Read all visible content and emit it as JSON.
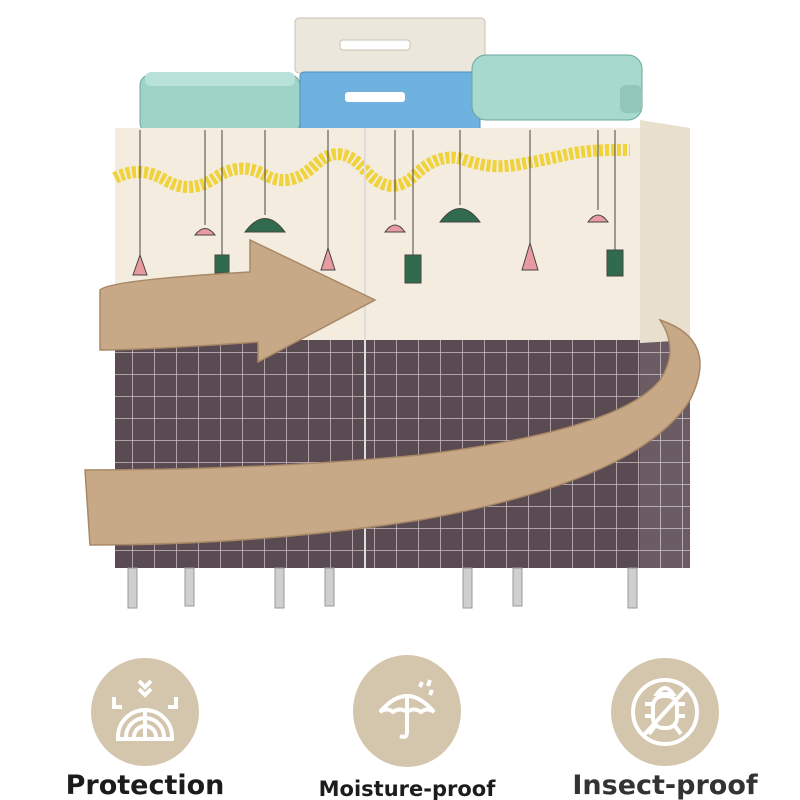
{
  "features": [
    {
      "label": "Protection",
      "icon": "shield-dome-icon"
    },
    {
      "label": "Moisture-proof",
      "icon": "umbrella-rain-icon"
    },
    {
      "label": "Insect-proof",
      "icon": "no-bug-icon"
    }
  ],
  "colors": {
    "badge": "#d4c5ad",
    "arrow": "#c8a987",
    "cover_top": "#f3ecdf",
    "cover_grid": "#5a4a52",
    "text": "#1c1c1c"
  }
}
